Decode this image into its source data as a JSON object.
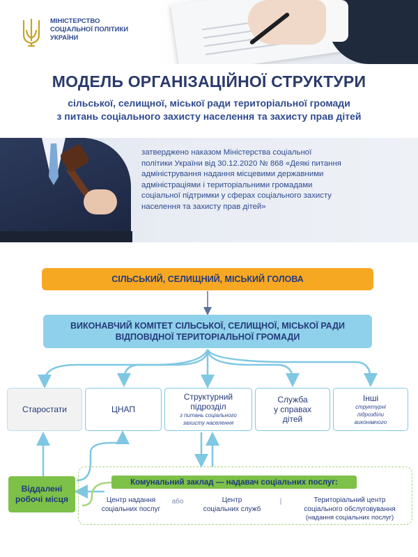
{
  "header": {
    "ministry_line1": "МІНІСТЕРСТВО",
    "ministry_line2": "СОЦІАЛЬНОЇ ПОЛІТИКИ",
    "ministry_line3": "УКРАЇНИ"
  },
  "title": "МОДЕЛЬ ОРГАНІЗАЦІЙНОЇ СТРУКТУРИ",
  "subtitle_line1": "сільської, селищної, міської ради територіальної громади",
  "subtitle_line2": "з питань соціального захисту населення та захисту прав дітей",
  "approved": {
    "line1": "затверджено наказом Міністерства соціальної",
    "line2": "політики України від 30.12.2020 № 868 «Деякі питання",
    "line3": "адміністрування надання місцевими державними",
    "line4": "адміністраціями і територіальними громадами",
    "line5": "соціальної підтримки у сферах соціального захисту",
    "line6": "населення та захисту прав дітей»"
  },
  "chart": {
    "mayor": "СІЛЬСЬКИЙ, СЕЛИЩНИЙ, МІСЬКИЙ ГОЛОВА",
    "exec_line1": "ВИКОНАВЧИЙ КОМІТЕТ СІЛЬСЬКОЇ, СЕЛИЩНОЇ, МІСЬКОЇ РАДИ",
    "exec_line2": "ВІДПОВІДНОЇ ТЕРИТОРІАЛЬНОЇ ГРОМАДИ",
    "units": {
      "starostaty": "Старостати",
      "tsnap": "ЦНАП",
      "structural_main_1": "Структурний",
      "structural_main_2": "підрозділ",
      "structural_sub_1": "з питань соціального",
      "structural_sub_2": "захисту населення",
      "service_1": "Служба",
      "service_2": "у справах",
      "service_3": "дітей",
      "other_main": "Інші",
      "other_sub_1": "структурні",
      "other_sub_2": "підрозділи",
      "other_sub_3": "виконавчого"
    },
    "remote_line1": "Віддалені",
    "remote_line2": "робочі місця",
    "communal_label": "Комунальний заклад — надавач соціальних послуг:",
    "center_services_1": "Центр надання",
    "center_services_2": "соціальних послуг",
    "or": "або",
    "center_social_1": "Центр",
    "center_social_2": "соціальних служб",
    "separator": "|",
    "territorial_1": "Територіальний центр",
    "territorial_2": "соціального обслуговування",
    "territorial_3": "(надання соціальних послуг)"
  },
  "colors": {
    "title": "#2a3a6a",
    "mayor_box": "#f7a823",
    "exec_box": "#8fd1ea",
    "unit_border": "#7fc7e3",
    "remote_box": "#7dc148",
    "arrow": "#7fc7e3"
  }
}
